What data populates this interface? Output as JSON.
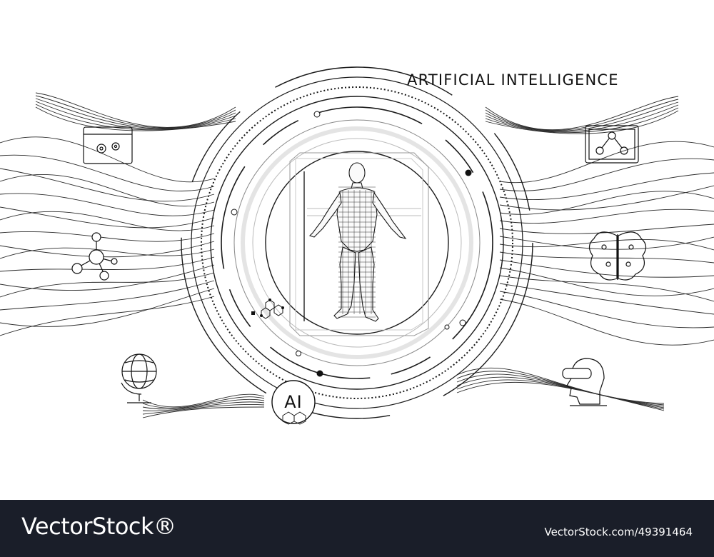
{
  "title": "ARTIFICIAL INTELLIGENCE",
  "center_label": "AI",
  "icons": {
    "settings_window": "settings-window-icon",
    "molecule_screen": "molecule-screen-icon",
    "molecule": "molecule-icon",
    "brain": "brain-icon",
    "globe": "globe-icon",
    "vr_head": "vr-head-icon",
    "hexagon_cluster": "hexagon-cluster-icon",
    "human_body": "wireframe-human-icon"
  },
  "colors": {
    "line": "#1a1a1a",
    "footer_bg": "#1a1e29",
    "footer_text": "#ffffff"
  },
  "footer": {
    "brand": "VectorStock®",
    "image_id": "VectorStock.com/49391464"
  }
}
